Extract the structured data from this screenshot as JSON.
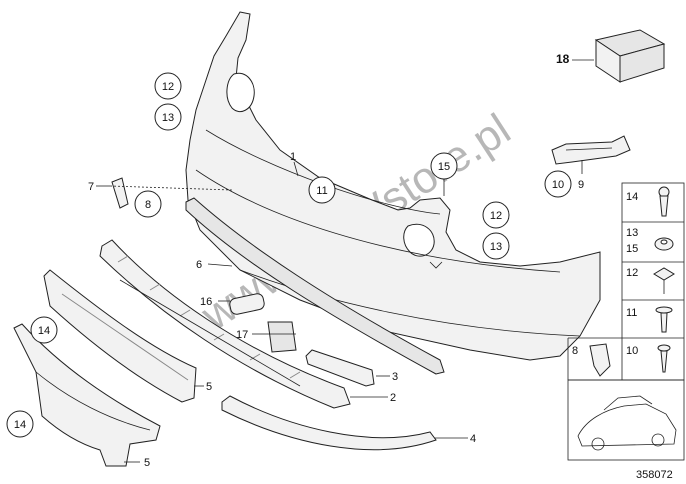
{
  "diagram_number": "358072",
  "watermark": "www.BMWstore.pl",
  "callouts": {
    "c12a": "12",
    "c13a": "13",
    "c1": "1",
    "c11": "11",
    "c15": "15",
    "c12b": "12",
    "c13b": "13",
    "c10": "10",
    "c9": "9",
    "c7": "7",
    "c8": "8",
    "c6": "6",
    "c16": "16",
    "c17": "17",
    "c3": "3",
    "c2": "2",
    "c4": "4",
    "c5a": "5",
    "c5b": "5",
    "c14a": "14",
    "c14b": "14",
    "c18": "18"
  },
  "legend": {
    "r1": "14",
    "r2a": "13",
    "r2b": "15",
    "r3": "12",
    "r4": "11",
    "r5a": "8",
    "r5b": "10"
  },
  "colors": {
    "line": "#222222",
    "fill": "#f2f2f2",
    "background": "#ffffff"
  }
}
